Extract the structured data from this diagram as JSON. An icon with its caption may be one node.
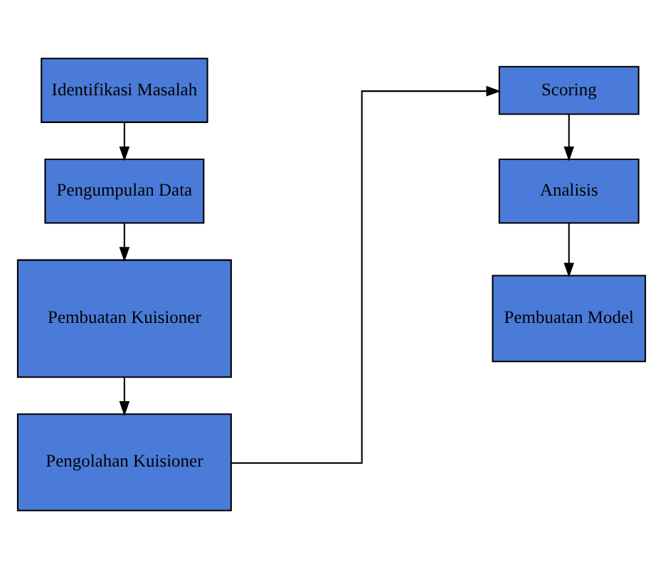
{
  "diagram": {
    "nodes": [
      {
        "text": [
          "Identifikasi Masalah"
        ]
      },
      {
        "text": [
          "Pengumpulan Data"
        ]
      },
      {
        "text": [
          "Pembuatan Kuisioner"
        ]
      },
      {
        "text": [
          "Pengolahan Kuisioner"
        ]
      },
      {
        "text": [
          "Scoring"
        ]
      },
      {
        "text": [
          "Analisis"
        ]
      },
      {
        "text": [
          "Pembuatan Model"
        ]
      }
    ],
    "edges": [
      {
        "from": 0,
        "to": 1,
        "arrow": "to"
      },
      {
        "from": 1,
        "to": 2,
        "arrow": "to"
      },
      {
        "from": 2,
        "to": 3,
        "arrow": "to"
      },
      {
        "from": 3,
        "to": 4,
        "arrow": "to"
      },
      {
        "from": 4,
        "to": 5,
        "arrow": "to"
      },
      {
        "from": 5,
        "to": 6,
        "arrow": "to"
      }
    ]
  }
}
